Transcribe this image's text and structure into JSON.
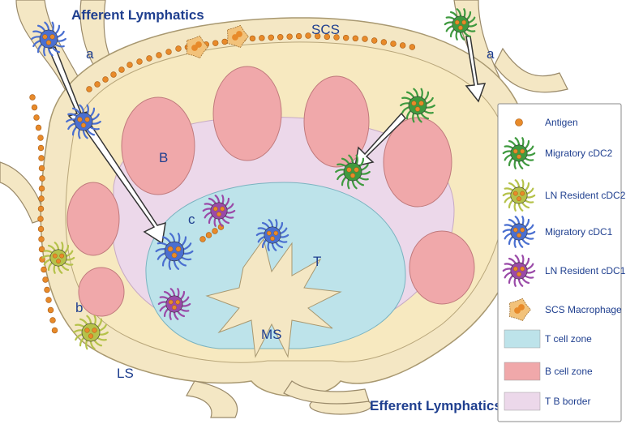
{
  "labels": {
    "afferent": "Afferent Lymphatics",
    "efferent": "Efferent Lymphatics",
    "scs": "SCS",
    "b_zone": "B",
    "t_zone": "T",
    "ms": "MS",
    "ls": "LS",
    "a_left": "a",
    "a_right": "a",
    "b_path": "b",
    "c_path": "c"
  },
  "legend": {
    "items": [
      {
        "label": "Antigen",
        "icon": "antigen-dot-icon"
      },
      {
        "label": "Migratory cDC2",
        "icon": "migratory-cdc2-cell-icon"
      },
      {
        "label": "LN Resident cDC2",
        "icon": "ln-resident-cdc2-cell-icon"
      },
      {
        "label": "Migratory cDC1",
        "icon": "migratory-cdc1-cell-icon"
      },
      {
        "label": "LN Resident cDC1",
        "icon": "ln-resident-cdc1-cell-icon"
      },
      {
        "label": "SCS Macrophage",
        "icon": "scs-macrophage-icon"
      },
      {
        "label": "T cell zone",
        "icon": "t-cell-zone-swatch"
      },
      {
        "label": "B cell zone",
        "icon": "b-cell-zone-swatch"
      },
      {
        "label": "T B border",
        "icon": "t-b-border-swatch"
      }
    ]
  },
  "colors": {
    "capsule": "#f4e7c4",
    "cortex": "#f7e9c0",
    "follicle": "#f0a8aa",
    "tb_border": "#ecd8ea",
    "t_zone": "#bde3ea",
    "antigen": "#e88a2a",
    "migratory_cdc2": "#3f9a3f",
    "resident_cdc2": "#b5c24a",
    "migratory_cdc1": "#4a6fd0",
    "resident_cdc1": "#9a4aa8",
    "macrophage": "#f2c27a",
    "text": "#1f3f8f"
  }
}
